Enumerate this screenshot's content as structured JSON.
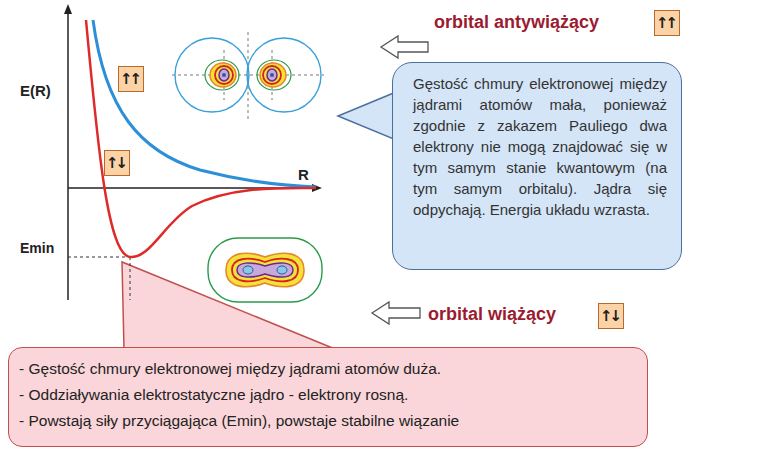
{
  "diagram": {
    "nodes": [
      {
        "text": [
          "↑↑"
        ]
      },
      {
        "text": [
          "↑↑"
        ]
      },
      {
        "text": [
          "Gęstość chmury elektronowej między jądrami atomów mała, ponieważ zgodnie z zakazem Pauliego dwa elektrony nie mogą znajdować się w tym samym stanie kwantowym (na tym samym orbitalu). Jądra się odpychają. Energia układu wzrasta."
        ]
      },
      {
        "text": [
          "↑↓"
        ]
      },
      {
        "text": [
          "↑↓"
        ]
      },
      {
        "text": [
          "- Gęstość chmury elektronowej między jądrami atomów duża.",
          "- Oddziaływania elektrostatyczne jądro -  elektrony rosną.",
          "- Powstają siły przyciągająca (Emin), powstaje stabilne wiązanie"
        ]
      }
    ],
    "labels": [
      "E(R)",
      "R",
      "Emin",
      "orbital antywiążący",
      "orbital wiążący"
    ]
  }
}
